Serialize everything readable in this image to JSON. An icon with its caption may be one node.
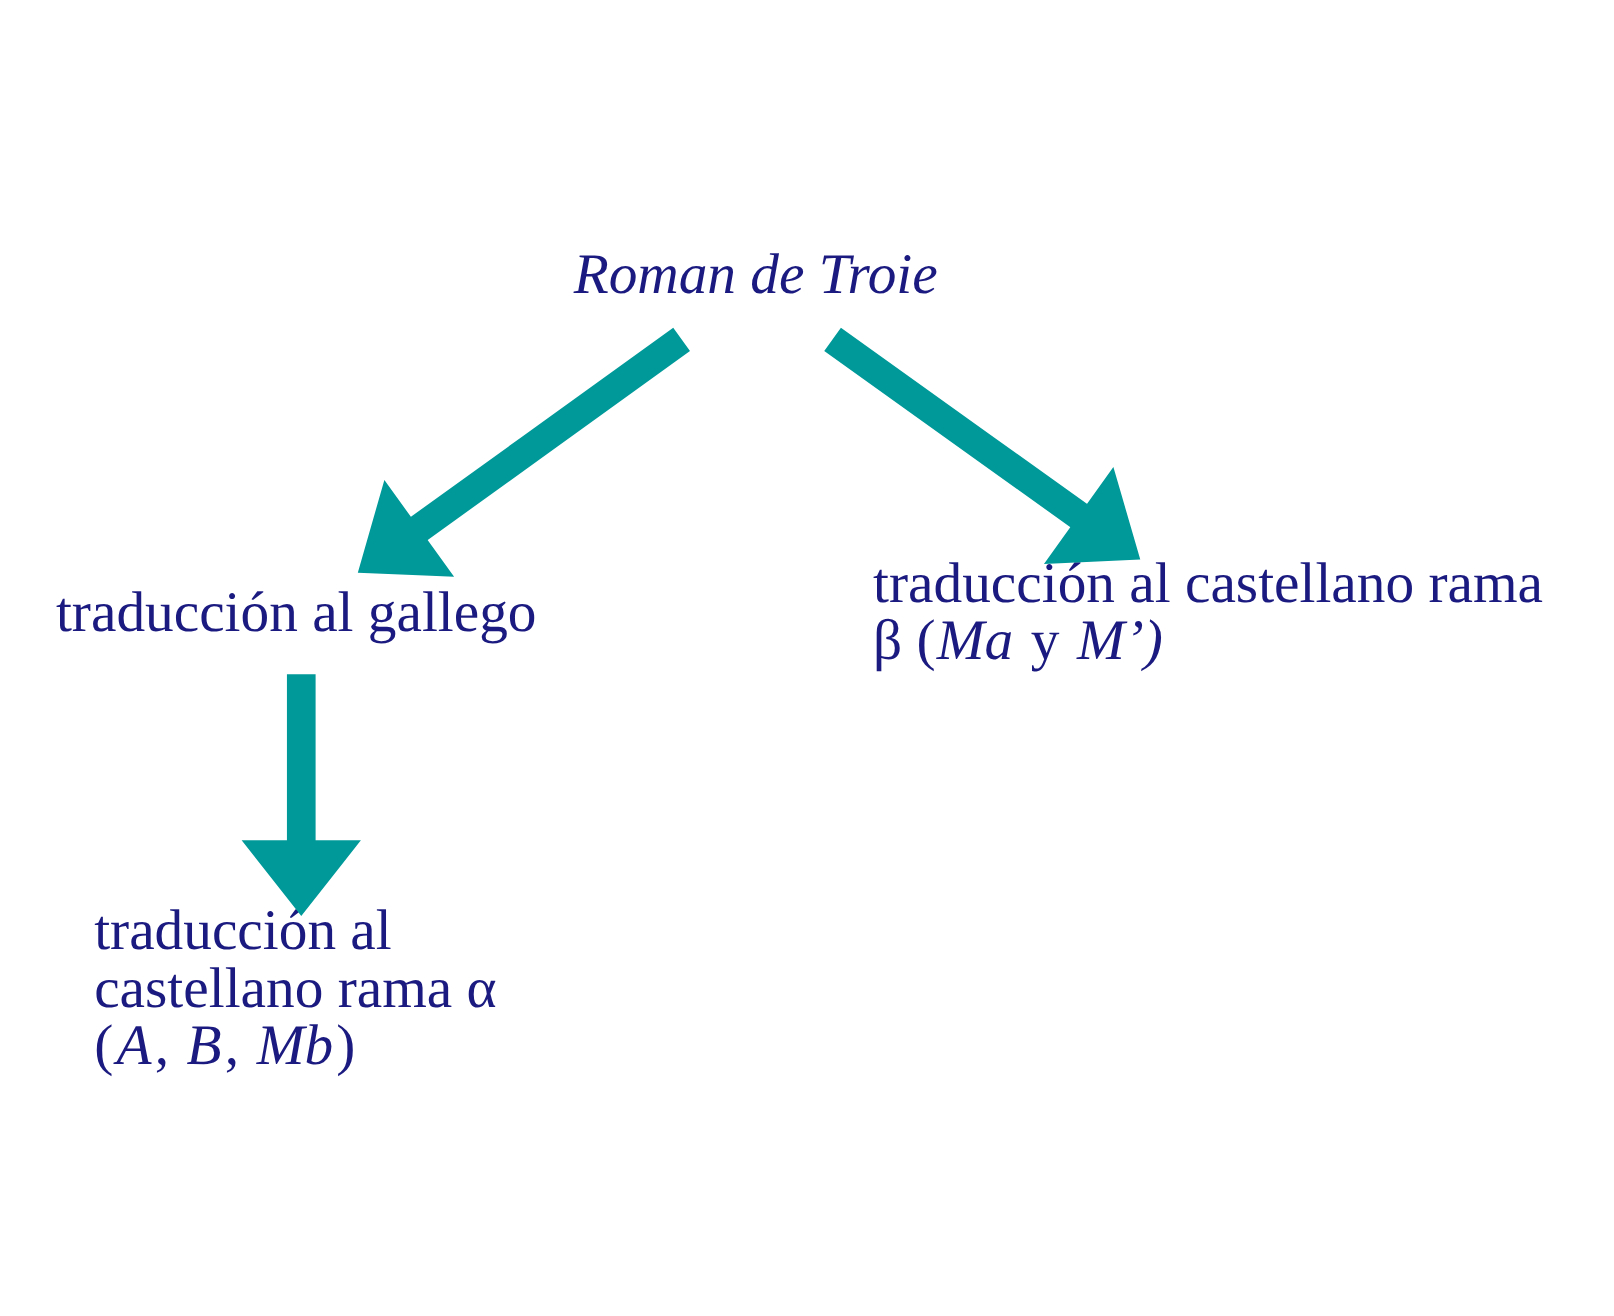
{
  "diagram": {
    "nodes": [
      {
        "text": [
          "Roman de Troie"
        ]
      },
      {
        "text": [
          "traducción al gallego"
        ]
      },
      {
        "text": [
          "traducción al castellano rama β (*Ma* y *M’)*"
        ]
      },
      {
        "text": [
          "traducción al castellano rama α (*A*, *B*, *Mb*)"
        ]
      }
    ],
    "edges": [
      {
        "from": 0,
        "to": 1,
        "arrow": "to"
      },
      {
        "from": 0,
        "to": 2,
        "arrow": "to"
      },
      {
        "from": 1,
        "to": 3,
        "arrow": "to"
      }
    ]
  }
}
